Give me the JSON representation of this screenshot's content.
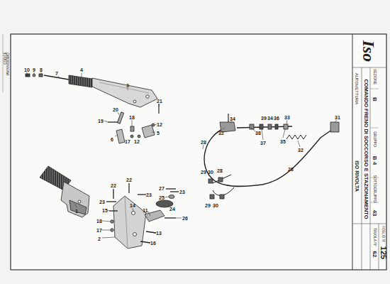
{
  "diagram": {
    "title": "COMANDO FRENO DI SOCCORSO E STAZIONAMENTO",
    "labels": [
      "Iso",
      "AUTOVETTURA",
      "ISO RIVOLTA",
      "SEZIONE",
      "B",
      "GRUPPO",
      "B 4",
      "SOTTOGRUPPO",
      "43",
      "TAVOLA N°",
      "62",
      "FOGLIO N°",
      "125",
      "CODICE",
      "PROVVISORIO",
      "10",
      "9",
      "8",
      "7",
      "4",
      "3",
      "21",
      "20",
      "19",
      "18",
      "12",
      "5",
      "6",
      "17",
      "12",
      "1",
      "22",
      "22",
      "23",
      "23",
      "27",
      "23",
      "25",
      "24",
      "15",
      "14",
      "11",
      "26",
      "18",
      "17",
      "13",
      "2",
      "16",
      "34",
      "39",
      "34",
      "36",
      "33",
      "31",
      "32",
      "38",
      "37",
      "35",
      "32",
      "28",
      "28",
      "28",
      "29",
      "30",
      "29",
      "30"
    ]
  }
}
